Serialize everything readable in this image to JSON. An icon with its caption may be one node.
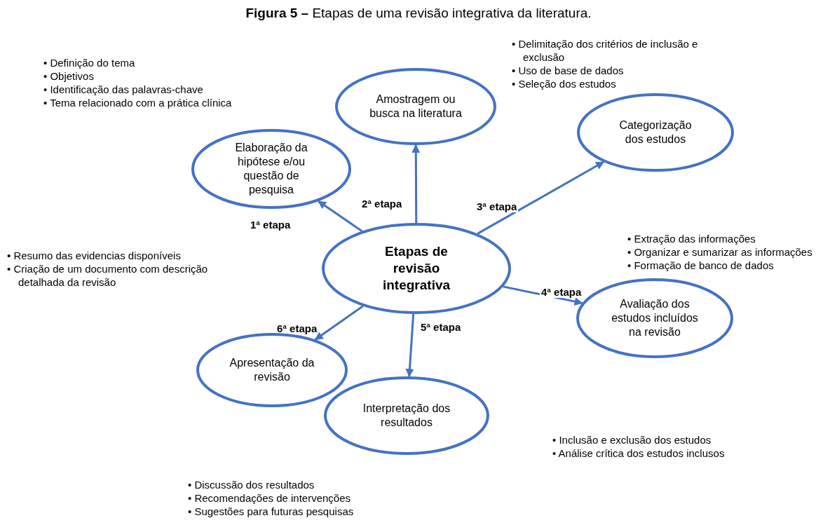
{
  "diagram": {
    "title": "**Figura 5 –** Etapas de uma revisão integrativa da literatura.",
    "nodes": [
      {
        "text": [
          "Etapas de revisão integrativa"
        ]
      },
      {
        "text": [
          "Elaboração da hipótese e/ou questão de pesquisa"
        ],
        "beside": [
          "• Definição do tema",
          "• Objetivos",
          "• Identificação das palavras-chave",
          "• Tema relacionado com a prática clínica"
        ]
      },
      {
        "text": [
          "Amostragem ou busca na literatura"
        ],
        "beside": [
          "• Delimitação dos critérios de inclusão e exclusão",
          "• Uso de base de dados",
          "• Seleção dos estudos"
        ]
      },
      {
        "text": [
          "Categorização dos estudos"
        ],
        "beside": [
          "• Extração das informações",
          "• Organizar e sumarizar as informações",
          "• Formação de banco de dados"
        ]
      },
      {
        "text": [
          "Avaliação dos estudos incluídos na revisão"
        ],
        "beside": [
          "• Inclusão e exclusão dos estudos",
          "• Análise crítica dos estudos inclusos"
        ]
      },
      {
        "text": [
          "Interpretação dos resultados"
        ],
        "beside": [
          "• Discussão dos resultados",
          "• Recomendações de intervenções",
          "• Sugestões para futuras pesquisas"
        ]
      },
      {
        "text": [
          "Apresentação da revisão"
        ],
        "beside": [
          "• Resumo das evidencias disponíveis",
          "• Criação de um documento com descrição detalhada da revisão"
        ]
      }
    ],
    "edges": [
      {
        "from": 0,
        "to": 1,
        "arrow": "to",
        "label": "1ª etapa"
      },
      {
        "from": 0,
        "to": 2,
        "arrow": "to",
        "label": "2ª etapa"
      },
      {
        "from": 0,
        "to": 3,
        "arrow": "to",
        "label": "3ª etapa"
      },
      {
        "from": 0,
        "to": 4,
        "arrow": "to",
        "label": "4ª etapa"
      },
      {
        "from": 0,
        "to": 5,
        "arrow": "to",
        "label": "5ª etapa"
      },
      {
        "from": 0,
        "to": 6,
        "arrow": "to",
        "label": "6ª etapa"
      }
    ]
  }
}
